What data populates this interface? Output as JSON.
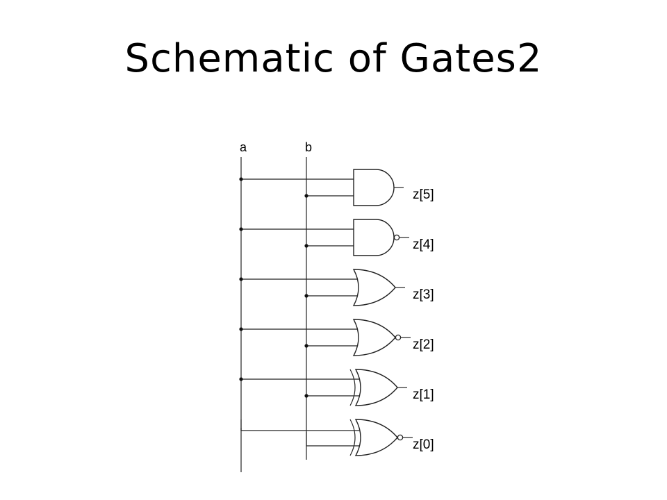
{
  "slide": {
    "title": "Schematic of Gates2"
  },
  "schematic": {
    "inputs": [
      "a",
      "b"
    ],
    "gates": [
      {
        "type": "and",
        "output": "z[5]"
      },
      {
        "type": "nand",
        "output": "z[4]"
      },
      {
        "type": "or",
        "output": "z[3]"
      },
      {
        "type": "nor",
        "output": "z[2]"
      },
      {
        "type": "xor",
        "output": "z[1]"
      },
      {
        "type": "xnor",
        "output": "z[0]"
      }
    ]
  }
}
